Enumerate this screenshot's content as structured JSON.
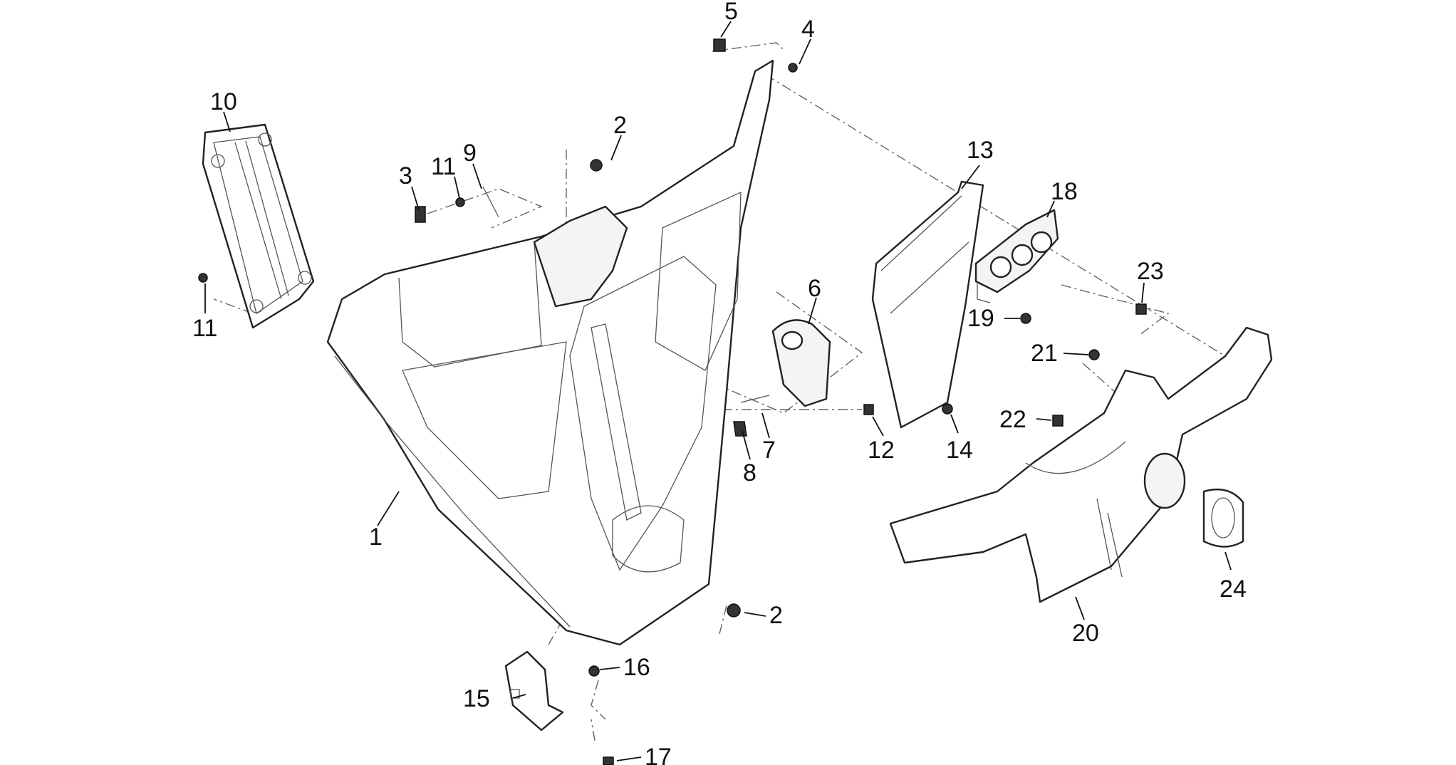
{
  "callouts": {
    "c1": "1",
    "c2a": "2",
    "c2b": "2",
    "c3": "3",
    "c4": "4",
    "c5": "5",
    "c6": "6",
    "c7": "7",
    "c8": "8",
    "c9": "9",
    "c10": "10",
    "c11a": "11",
    "c11b": "11",
    "c12": "12",
    "c13": "13",
    "c14": "14",
    "c15": "15",
    "c16": "16",
    "c17": "17",
    "c18": "18",
    "c19": "19",
    "c20": "20",
    "c21": "21",
    "c22": "22",
    "c23": "23",
    "c24": "24"
  }
}
